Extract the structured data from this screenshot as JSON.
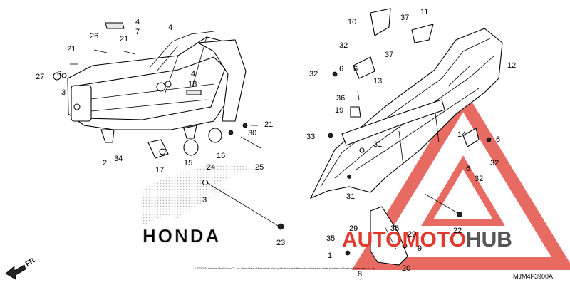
{
  "diagram": {
    "title": "",
    "code": "MJM4F3900A",
    "fr_label": "FR.",
    "copyright_text": "© 2003-2018 American Honda Motor Co., Inc. Reproduction of the contents of this publication is prohibited without the express written permission of American Honda Motor Co., Inc.",
    "honda_watermark": "HONDA",
    "watermark": {
      "brand_prefix": "AUT",
      "brand_mid": "OMOTO",
      "brand_suffix": "HUB",
      "color_red": "#e03a2e",
      "color_gray": "#555555"
    }
  },
  "callouts": [
    "4",
    "7",
    "26",
    "21",
    "4",
    "21",
    "27",
    "6",
    "3",
    "4",
    "18",
    "21",
    "30",
    "2",
    "34",
    "17",
    "15",
    "24",
    "16",
    "25",
    "3",
    "23",
    "10",
    "37",
    "11",
    "37",
    "32",
    "6",
    "32",
    "6",
    "13",
    "12",
    "36",
    "19",
    "33",
    "31",
    "14",
    "6",
    "6",
    "32",
    "32",
    "31",
    "22",
    "35",
    "29",
    "35",
    "29",
    "1",
    "9",
    "20",
    "8"
  ]
}
